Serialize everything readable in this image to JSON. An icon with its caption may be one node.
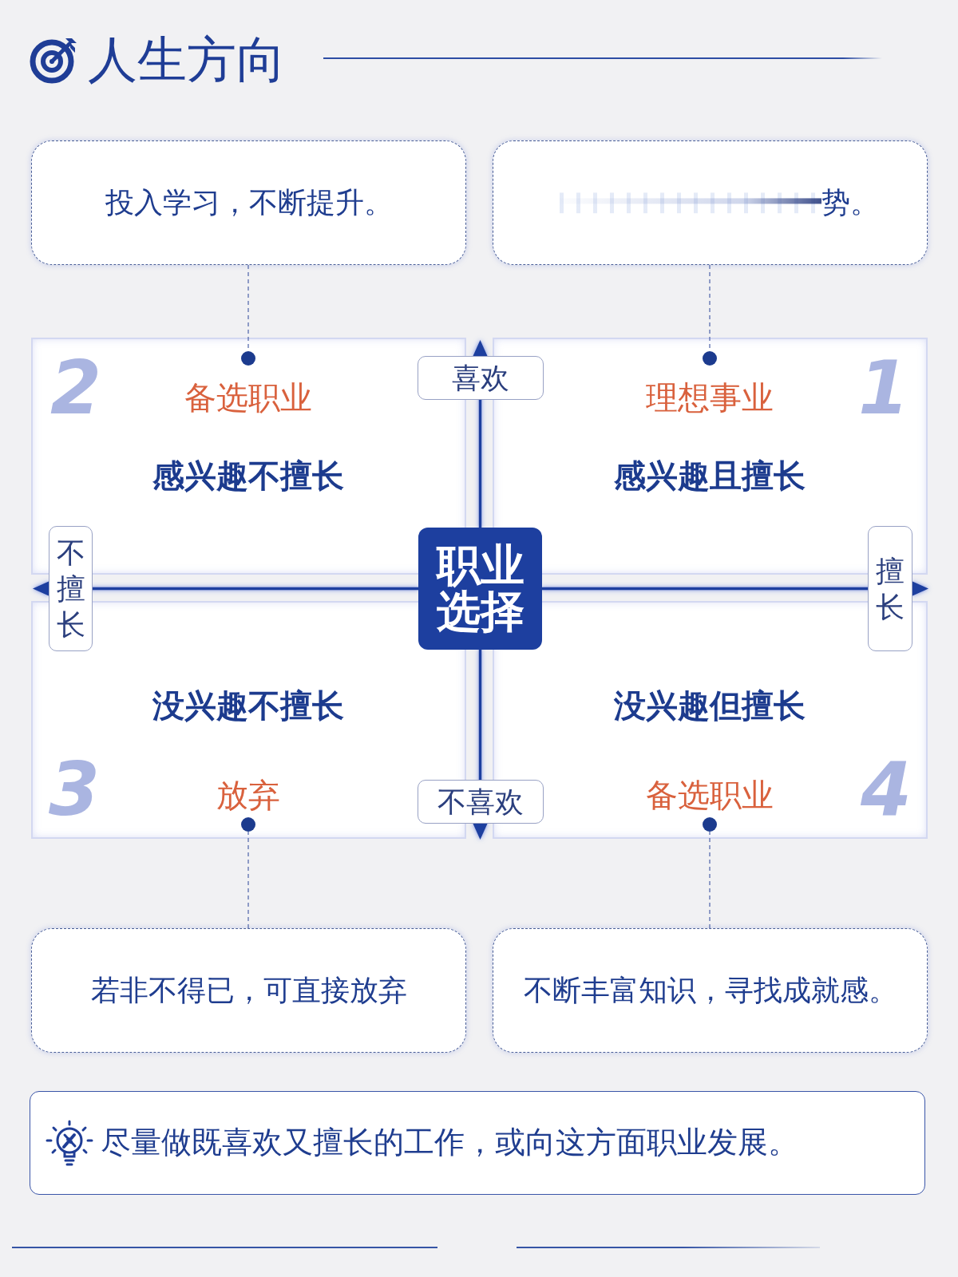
{
  "diagram": {
    "title": "人生方向",
    "nodes": [
      {
        "text": [
          "投入学习，不断提升。"
        ]
      },
      {
        "text": [
          "势。"
        ]
      },
      {
        "text": [
          "2",
          "备选职业",
          "感兴趣不擅长"
        ]
      },
      {
        "text": [],
        "shape": "circle",
        "in": 2
      },
      {
        "text": [
          "喜欢"
        ]
      },
      {
        "text": [
          "理想事业",
          "1",
          "感兴趣且擅长"
        ]
      },
      {
        "text": [],
        "shape": "circle",
        "in": 5
      },
      {
        "text": [
          "不擅长"
        ]
      },
      {
        "text": [
          "职业选择"
        ]
      },
      {
        "text": [
          "擅长"
        ]
      },
      {
        "text": [
          "没兴趣不擅长",
          "3",
          "放弃"
        ]
      },
      {
        "text": [],
        "shape": "circle",
        "in": 10
      },
      {
        "text": [
          "不喜欢"
        ]
      },
      {
        "text": [
          "没兴趣但擅长",
          "备选职业",
          "4"
        ]
      },
      {
        "text": [],
        "shape": "circle",
        "in": 13
      },
      {
        "text": [
          "若非不得已，可直接放弃"
        ]
      },
      {
        "text": [
          "不断丰富知识，寻找成就感。"
        ]
      },
      {
        "text": [
          "尽量做既喜欢又擅长的工作，或向这方面职业发展。"
        ]
      }
    ],
    "edges": [
      {
        "from": 0,
        "to": 3,
        "arrow": "none",
        "style": "dashed"
      },
      {
        "from": 1,
        "to": 6,
        "arrow": "none",
        "style": "dashed"
      },
      {
        "from": 15,
        "to": 11,
        "arrow": "none",
        "style": "dashed"
      },
      {
        "from": 16,
        "to": 14,
        "arrow": "none",
        "style": "dashed"
      },
      {
        "from": 8,
        "to": 4,
        "arrow": "to",
        "color": "#1d3f9f"
      },
      {
        "from": 8,
        "to": 7,
        "arrow": "to",
        "color": "#1d3f9f"
      },
      {
        "from": 8,
        "to": 9,
        "arrow": "to",
        "color": "#1d3f9f"
      },
      {
        "from": 8,
        "to": 12,
        "arrow": "to",
        "color": "#1d3f9f"
      }
    ]
  }
}
